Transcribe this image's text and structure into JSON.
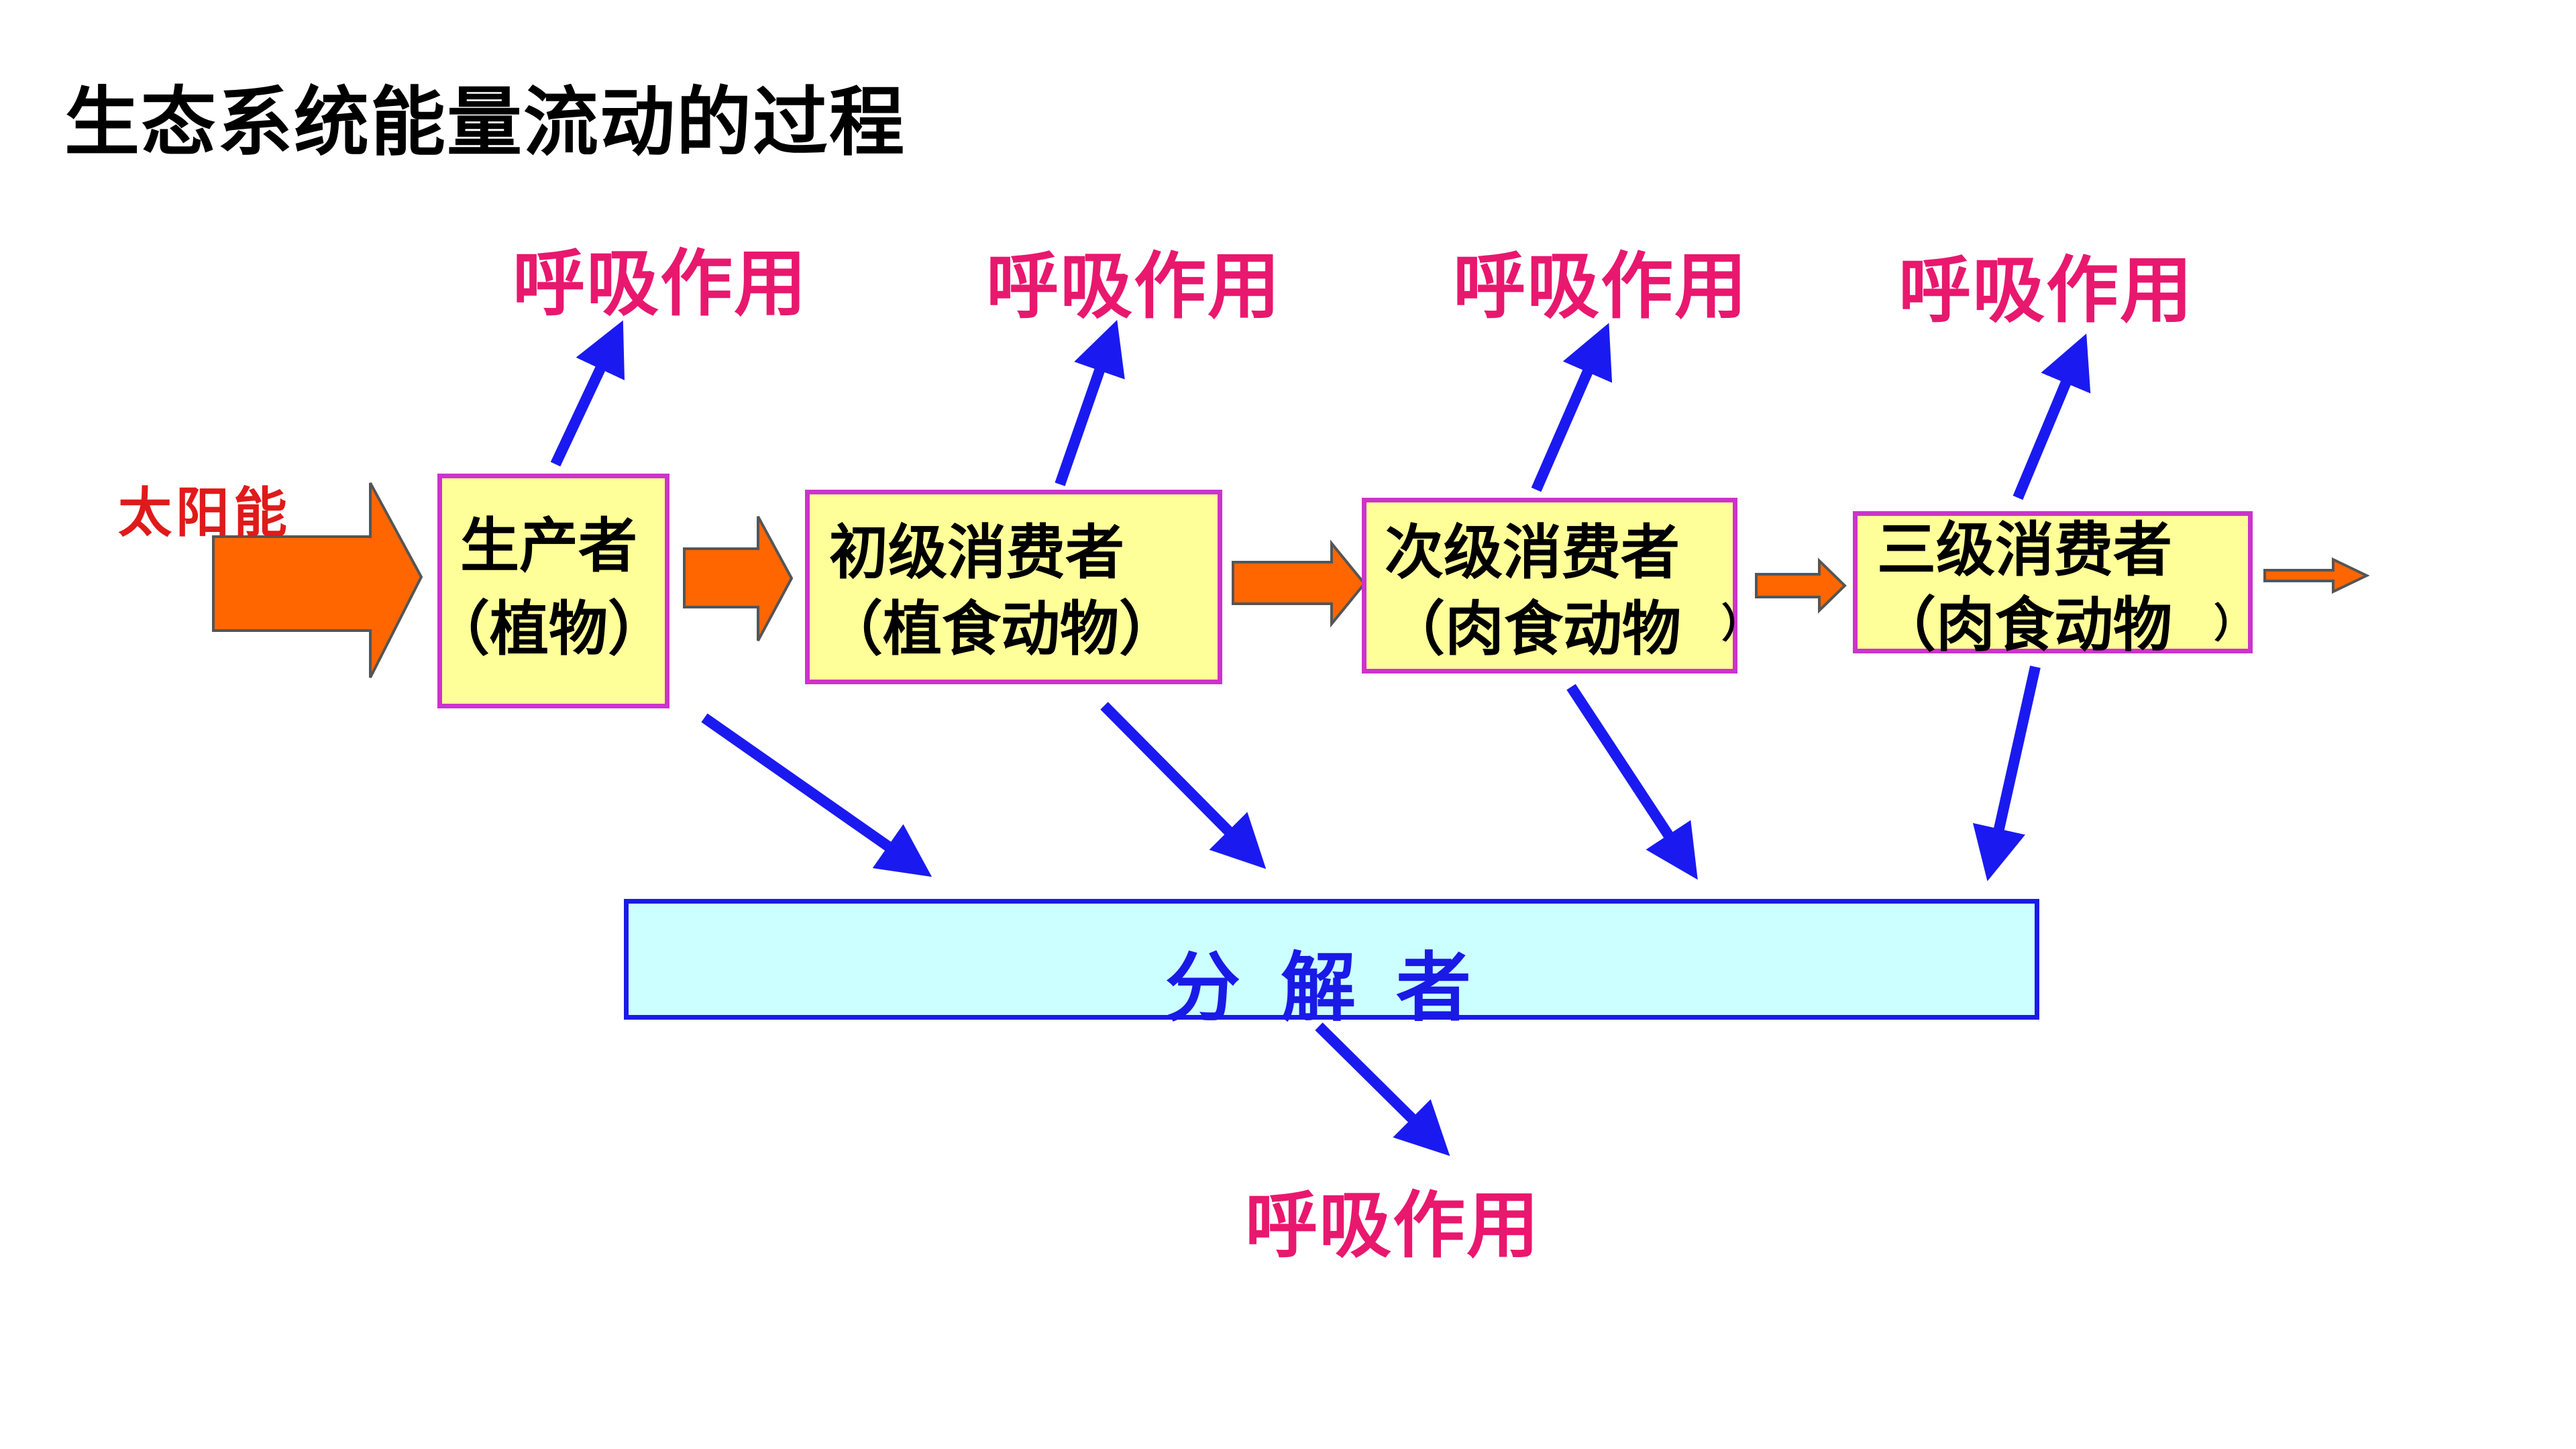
{
  "title": "生态系统能量流动的过程",
  "input_label": "太阳能",
  "respiration_label": "呼吸作用",
  "nodes": {
    "producer": {
      "name": "生产者",
      "detail": "（植物）"
    },
    "primary": {
      "name": "初级消费者",
      "detail": "（植食动物）"
    },
    "secondary": {
      "name": "次级消费者",
      "detail": "（肉食动物"
    },
    "secondary_paren": "）",
    "tertiary": {
      "name": "三级消费者",
      "detail": "（肉食动物",
      "paren": "）"
    }
  },
  "decomposer": "分解者",
  "colors": {
    "respiration_text": "#E8186E",
    "sun_text": "#E01A1A",
    "node_fill": "#FFFF99",
    "node_border": "#CC33CC",
    "decomposer_fill": "#CCFFFF",
    "decomposer_border": "#1A1AE6",
    "decomposer_text": "#1A1AE6",
    "flow_arrow": "#FF6600",
    "respiration_arrow": "#1A1AF0"
  }
}
